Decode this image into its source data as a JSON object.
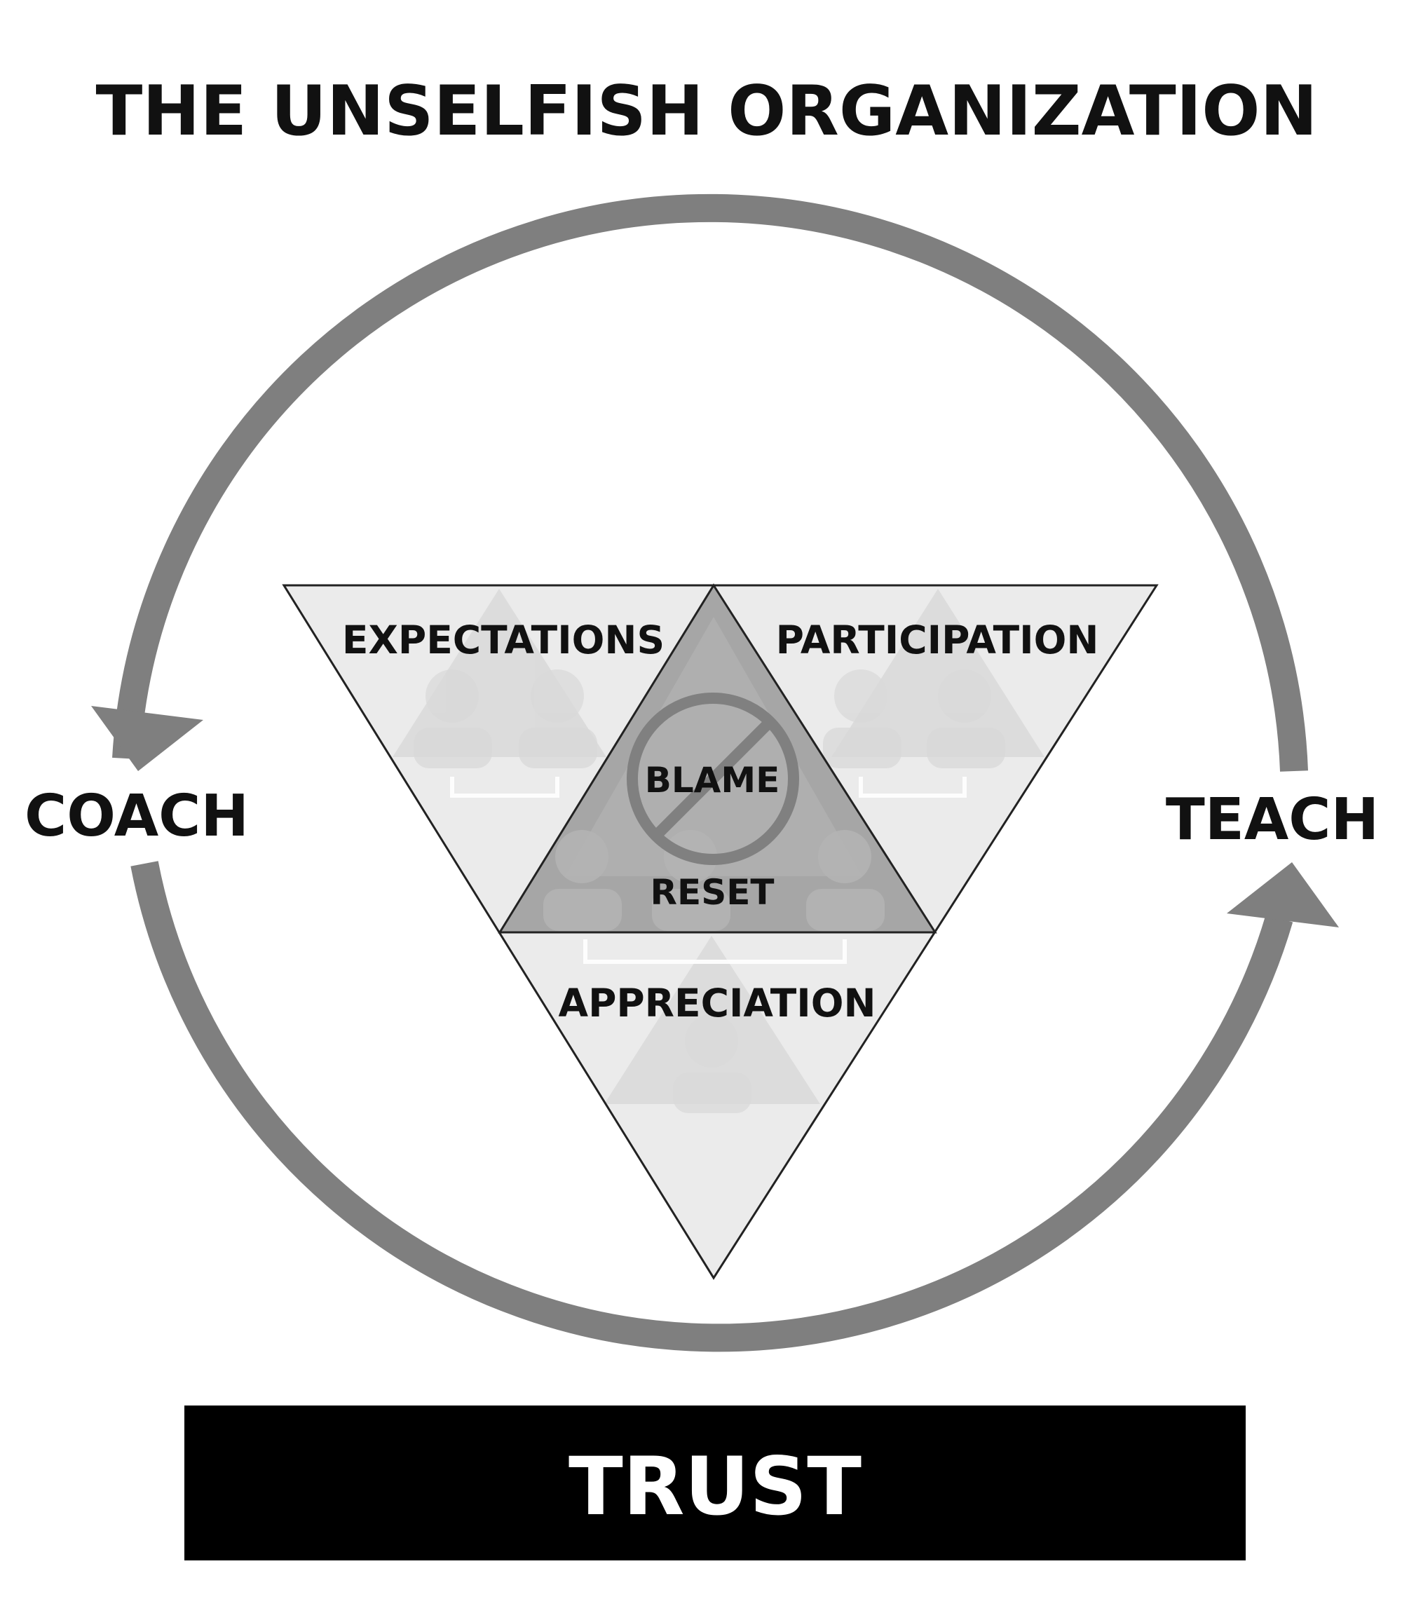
{
  "title": "THE UNSELFISH ORGANIZATION",
  "cycle": {
    "left_label": "COACH",
    "right_label": "TEACH"
  },
  "triangle": {
    "top_left": "EXPECTATIONS",
    "top_right": "PARTICIPATION",
    "center_top": "BLAME",
    "center_bottom": "RESET",
    "bottom": "APPRECIATION"
  },
  "foundation": "TRUST",
  "colors": {
    "ring": "#7f7f7f",
    "outer_panels": "#ebebeb",
    "center_panel": "#a6a6a6",
    "foundation_bar": "#000000",
    "foundation_text": "#ffffff",
    "text": "#111111"
  },
  "icons": {
    "center_symbol": "no-blame-prohibition-icon",
    "watermark": "team-hierarchy-people-icon"
  }
}
